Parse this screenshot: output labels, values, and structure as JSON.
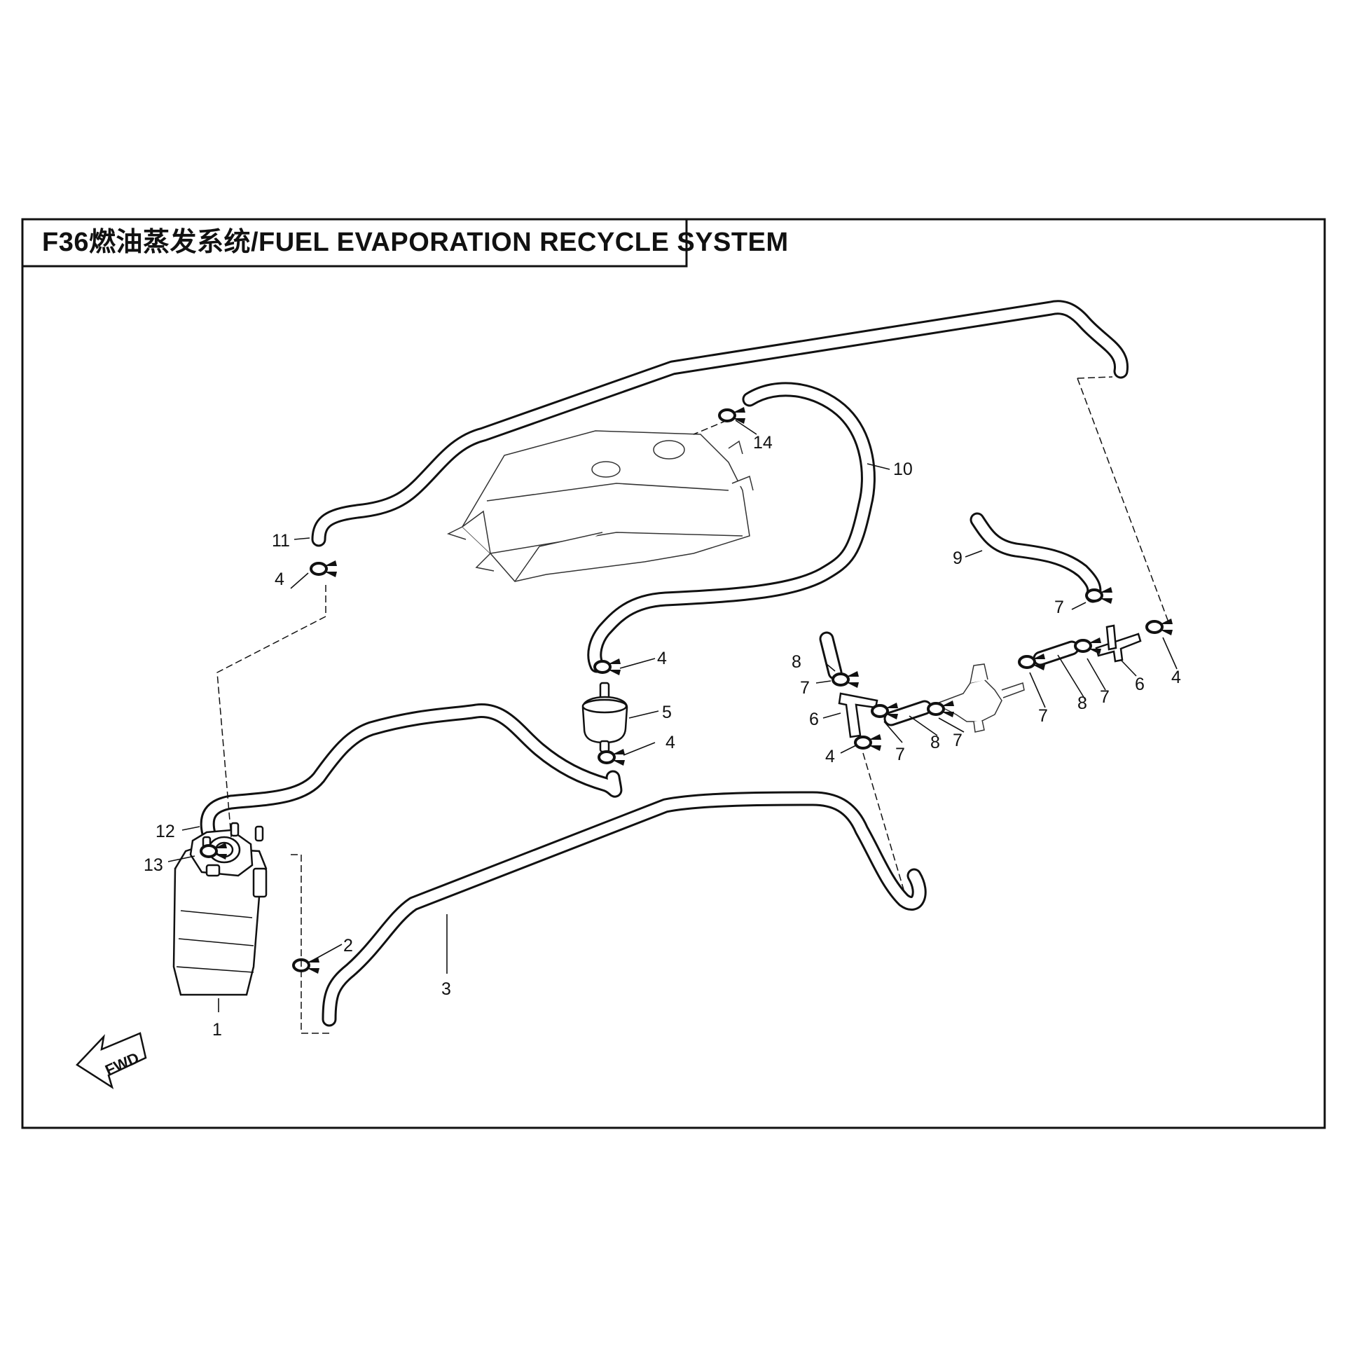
{
  "title": "F36燃油蒸发系统/FUEL EVAPORATION RECYCLE SYSTEM",
  "fwd_label": "FWD",
  "callouts": [
    {
      "id": "c1",
      "label": "1"
    },
    {
      "id": "c2",
      "label": "2"
    },
    {
      "id": "c3",
      "label": "3"
    },
    {
      "id": "c4a",
      "label": "4"
    },
    {
      "id": "c4b",
      "label": "4"
    },
    {
      "id": "c4c",
      "label": "4"
    },
    {
      "id": "c4d",
      "label": "4"
    },
    {
      "id": "c4e",
      "label": "4"
    },
    {
      "id": "c5",
      "label": "5"
    },
    {
      "id": "c6a",
      "label": "6"
    },
    {
      "id": "c6b",
      "label": "6"
    },
    {
      "id": "c7a",
      "label": "7"
    },
    {
      "id": "c7b",
      "label": "7"
    },
    {
      "id": "c7c",
      "label": "7"
    },
    {
      "id": "c7d",
      "label": "7"
    },
    {
      "id": "c7e",
      "label": "7"
    },
    {
      "id": "c7f",
      "label": "7"
    },
    {
      "id": "c8a",
      "label": "8"
    },
    {
      "id": "c8b",
      "label": "8"
    },
    {
      "id": "c8c",
      "label": "8"
    },
    {
      "id": "c9",
      "label": "9"
    },
    {
      "id": "c10",
      "label": "10"
    },
    {
      "id": "c11",
      "label": "11"
    },
    {
      "id": "c12",
      "label": "12"
    },
    {
      "id": "c13",
      "label": "13"
    },
    {
      "id": "c14",
      "label": "14"
    }
  ]
}
